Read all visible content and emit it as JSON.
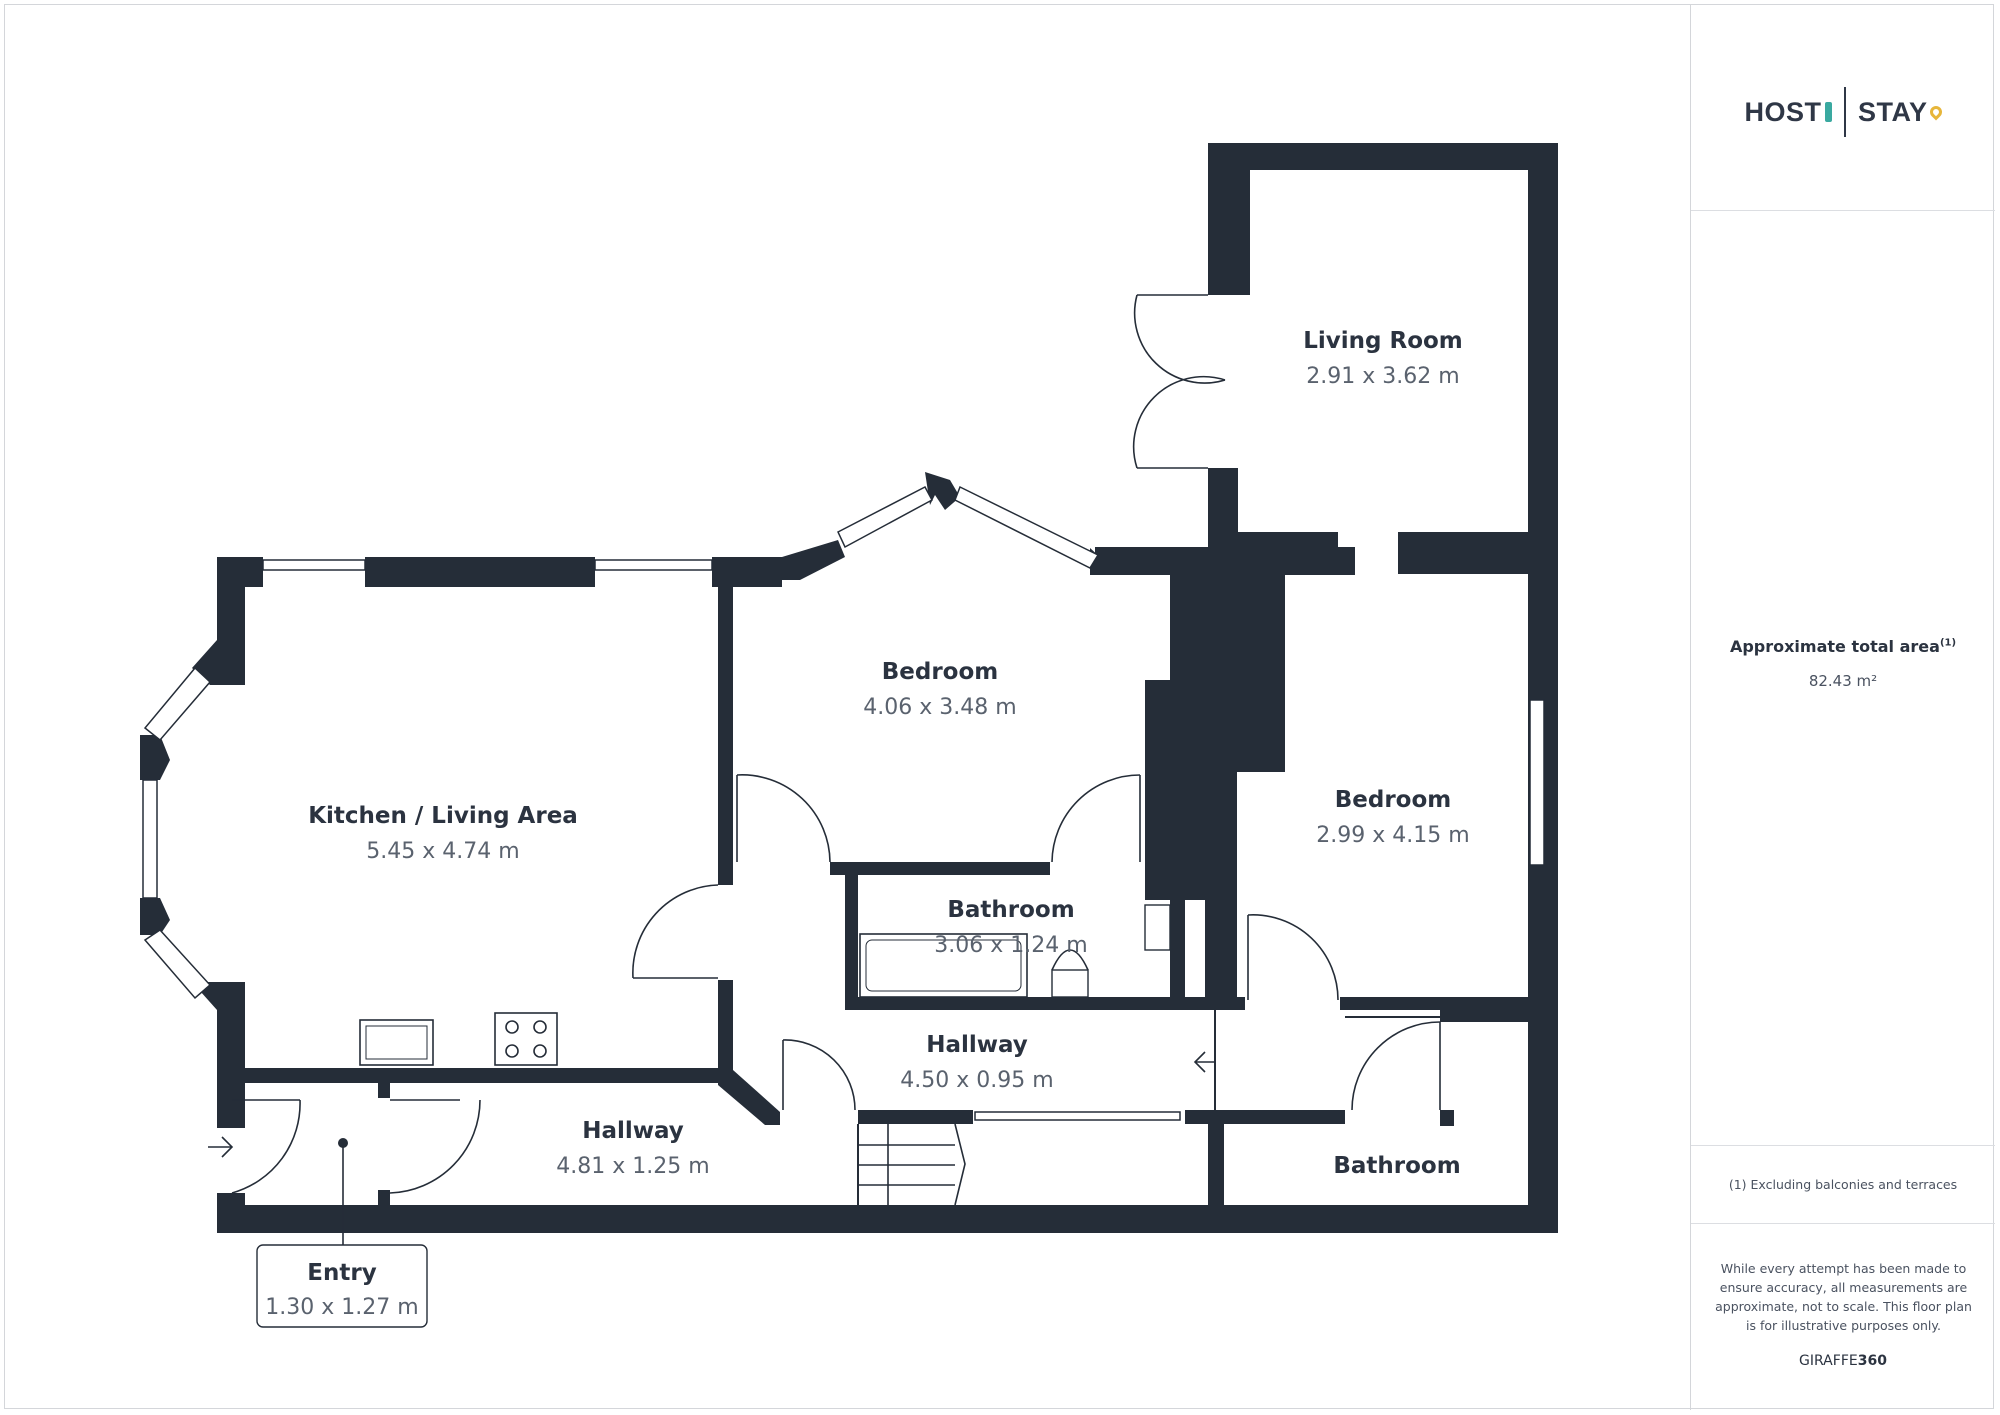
{
  "rooms": {
    "living_room": {
      "name": "Living Room",
      "size": "2.91 x 3.62 m"
    },
    "bedroom_center": {
      "name": "Bedroom",
      "size": "4.06 x 3.48 m"
    },
    "kitchen": {
      "name": "Kitchen / Living Area",
      "size": "5.45 x 4.74 m"
    },
    "bedroom_right": {
      "name": "Bedroom",
      "size": "2.99 x 4.15 m"
    },
    "bathroom_center": {
      "name": "Bathroom",
      "size": "3.06 x 1.24 m"
    },
    "hallway_center": {
      "name": "Hallway",
      "size": "4.50 x 0.95 m"
    },
    "hallway_lower": {
      "name": "Hallway",
      "size": "4.81 x 1.25 m"
    },
    "bathroom_right": {
      "name": "Bathroom"
    },
    "entry": {
      "name": "Entry",
      "size": "1.30 x 1.27 m"
    }
  },
  "sidebar": {
    "logo_left": "HOST",
    "logo_right": "STAY",
    "area_title": "Approximate total area",
    "area_marker": "(1)",
    "area_value": "82.43 m²",
    "footnote": "(1) Excluding balconies and terraces",
    "disclaimer": "While every attempt has been made to ensure accuracy, all measurements are approximate, not to scale. This floor plan is for illustrative purposes only.",
    "brand_light": "GIRAFFE",
    "brand_bold": "360"
  },
  "colors": {
    "wall": "#252d38",
    "text": "#2b3340",
    "muted": "#5a626e",
    "accent_teal": "#3aa9a0",
    "accent_gold": "#e7b63a"
  }
}
